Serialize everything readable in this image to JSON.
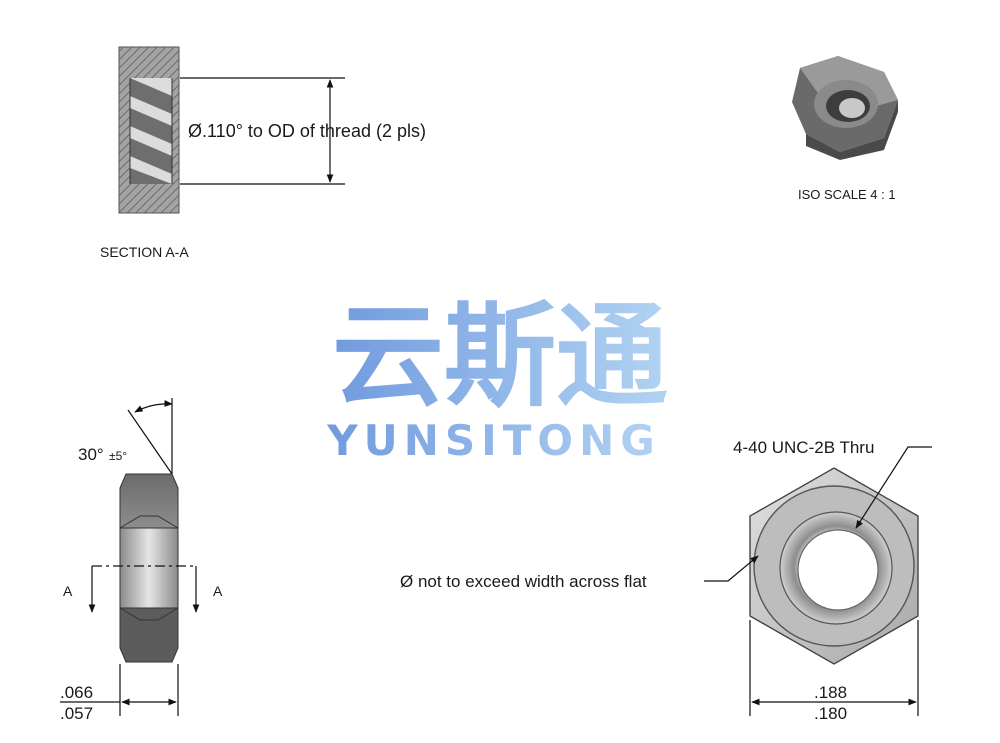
{
  "section_view": {
    "title": "SECTION A-A",
    "thread_note": "Ø.110° to OD of thread (2 pls)"
  },
  "iso_view": {
    "caption": "ISO SCALE 4 : 1"
  },
  "side_view": {
    "chamfer_angle": "30°",
    "chamfer_tol": "±5°",
    "section_mark_left": "A",
    "section_mark_right": "A",
    "thickness_max": ".066",
    "thickness_min": ".057"
  },
  "front_view": {
    "thread_callout": "4-40 UNC-2B Thru",
    "diameter_note": "Ø not to exceed width across flat",
    "width_max": ".188",
    "width_min": ".180"
  },
  "watermark": {
    "chinese": "云斯通",
    "latin": "YUNSITONG"
  },
  "colors": {
    "steel_dark": "#4a4a4a",
    "steel_mid": "#8c8c8c",
    "steel_light": "#c9c9c9",
    "hatch_bg": "#9a9a9a",
    "watermark_blue": "#4a7fd6",
    "watermark_light": "#9cc7ef"
  }
}
